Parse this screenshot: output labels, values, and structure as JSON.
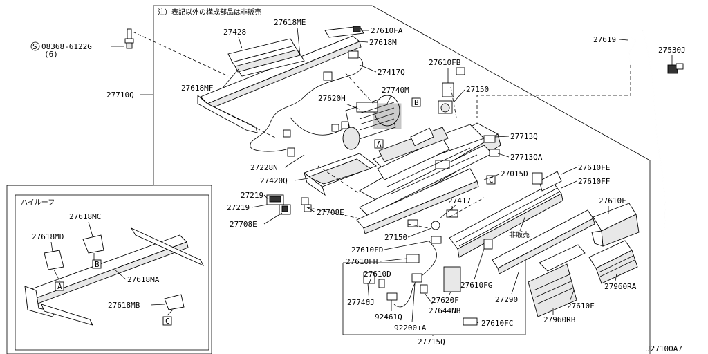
{
  "note": "注）表記以外の構成部品は非販売",
  "inset_title": "ハイルーフ",
  "not_sold": "非販売",
  "diagram_code": "J27100A7",
  "screw_code": "08368-6122G",
  "screw_qty": "(6)",
  "screw_symbol": "S",
  "refs": {
    "A": "A",
    "B": "B",
    "C": "C"
  },
  "parts": {
    "p27428": "27428",
    "p27618ME": "27618ME",
    "p27610FA": "27610FA",
    "p27618M": "27618M",
    "p27417Q": "27417Q",
    "p27618MF": "27618MF",
    "p27710Q": "27710Q",
    "p27620H": "27620H",
    "p27740M": "27740M",
    "p27610FB": "27610FB",
    "p27150a": "27150",
    "p27619": "27619",
    "p27530J": "27530J",
    "p27713Q": "27713Q",
    "p27713QA": "27713QA",
    "p27228N": "27228N",
    "p27420Q": "27420Q",
    "p27015D": "27015D",
    "p27610FE": "27610FE",
    "p27610FF": "27610FF",
    "p27219a": "27219",
    "p27219b": "27219",
    "p27708Ea": "27708E",
    "p27708Eb": "27708E",
    "p27417": "27417",
    "p27610F1": "27610F",
    "p27150b": "27150",
    "p27610FD": "27610FD",
    "p27610FH": "27610FH",
    "p27610D": "27610D",
    "p27746J": "27746J",
    "p92461Q": "92461Q",
    "p92200A": "92200+A",
    "p27644NB": "27644NB",
    "p27620F": "27620F",
    "p27610FG": "27610FG",
    "p27290": "27290",
    "p27610F2": "27610F",
    "p27960RA": "27960RA",
    "p27960RB": "27960RB",
    "p27610FC": "27610FC",
    "p27715Q": "27715Q",
    "p27618MC": "27618MC",
    "p27618MD": "27618MD",
    "p27618MA": "27618MA",
    "p27618MB": "27618MB"
  }
}
